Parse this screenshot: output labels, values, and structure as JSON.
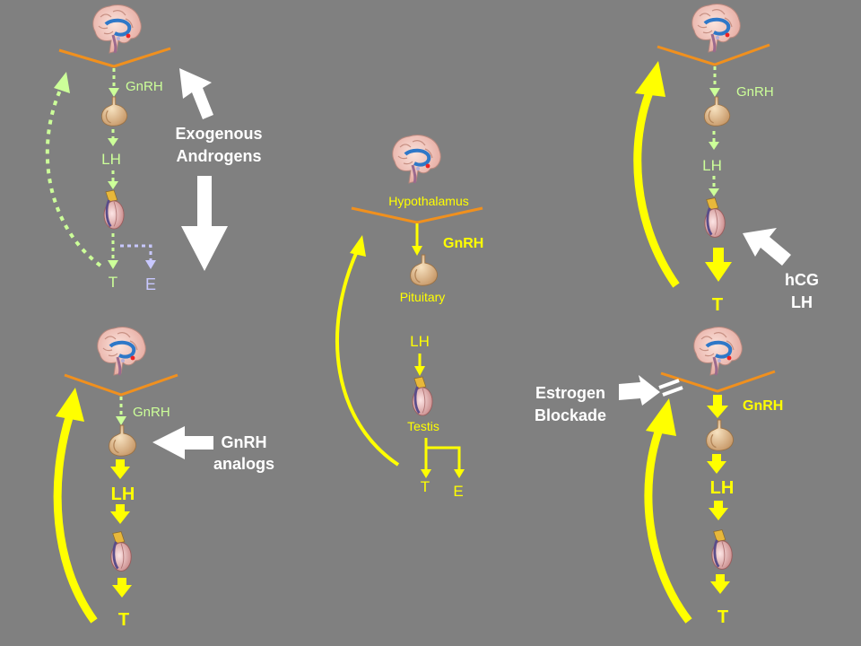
{
  "panels": {
    "center": {
      "hypothalamus": "Hypothalamus",
      "gnrh": "GnRH",
      "pituitary": "Pituitary",
      "lh": "LH",
      "testis": "Testis",
      "t": "T",
      "e": "E"
    },
    "top_left": {
      "gnrh": "GnRH",
      "lh": "LH",
      "t": "T",
      "e": "E",
      "intervention_line1": "Exogenous",
      "intervention_line2": "Androgens"
    },
    "bottom_left": {
      "gnrh": "GnRH",
      "lh": "LH",
      "t": "T",
      "intervention_line1": "GnRH",
      "intervention_line2": "analogs"
    },
    "top_right": {
      "gnrh": "GnRH",
      "lh": "LH",
      "t": "T",
      "intervention_line1": "hCG",
      "intervention_line2": "LH"
    },
    "bottom_right": {
      "gnrh": "GnRH",
      "lh": "LH",
      "t": "T",
      "intervention_line1": "Estrogen",
      "intervention_line2": "Blockade"
    }
  },
  "colors": {
    "background": "#808080",
    "stimulation": "#ffff00",
    "suppressed": "#ccff99",
    "estrogen_suppressed": "#c8c8ff",
    "hypothalamic_line": "#f0901e",
    "intervention_arrow": "#ffffff"
  },
  "icons": [
    "brain-icon",
    "pituitary-gland-icon",
    "testis-icon"
  ]
}
